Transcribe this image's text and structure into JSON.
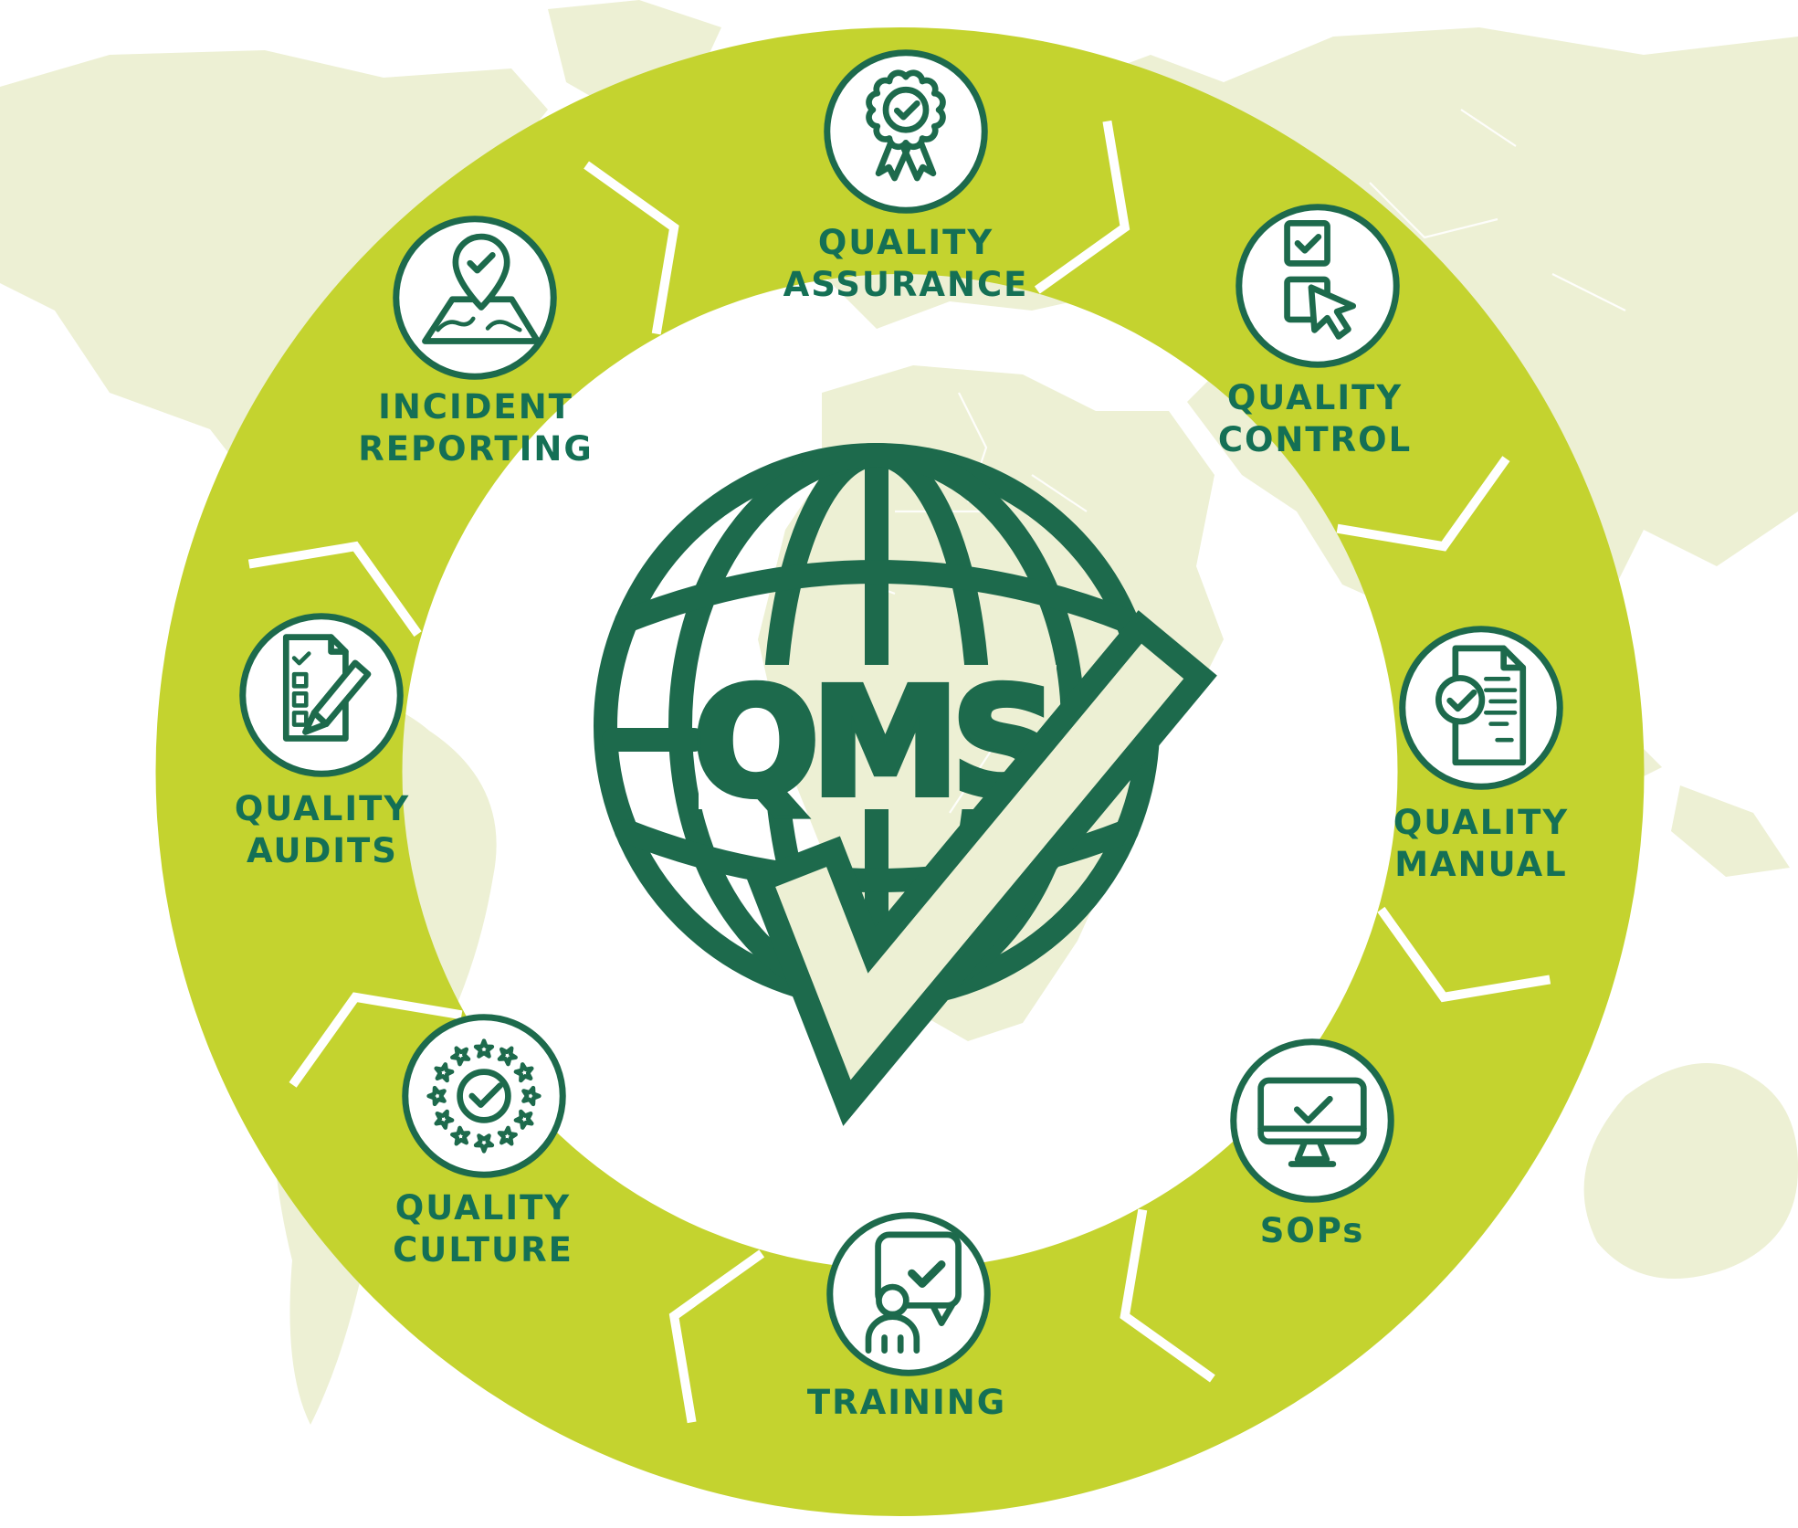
{
  "diagram": {
    "center": {
      "abbr": "QMS",
      "icon": "globe-check-icon"
    },
    "items": [
      {
        "id": "quality-assurance",
        "lines": [
          "QUALITY",
          "ASSURANCE"
        ],
        "icon": "award-ribbon-icon",
        "position": "top"
      },
      {
        "id": "quality-control",
        "lines": [
          "QUALITY",
          "CONTROL"
        ],
        "icon": "checkbox-cursor-icon",
        "position": "top-right"
      },
      {
        "id": "quality-manual",
        "lines": [
          "QUALITY",
          "MANUAL"
        ],
        "icon": "document-check-icon",
        "position": "right"
      },
      {
        "id": "sops",
        "lines": [
          "SOPs"
        ],
        "icon": "monitor-check-icon",
        "position": "bottom-right"
      },
      {
        "id": "training",
        "lines": [
          "TRAINING"
        ],
        "icon": "person-speech-bubble-icon",
        "position": "bottom"
      },
      {
        "id": "quality-culture",
        "lines": [
          "QUALITY",
          "CULTURE"
        ],
        "icon": "stars-wreath-check-icon",
        "position": "bottom-left"
      },
      {
        "id": "quality-audits",
        "lines": [
          "QUALITY",
          "AUDITS"
        ],
        "icon": "checklist-pencil-icon",
        "position": "left"
      },
      {
        "id": "incident-reporting",
        "lines": [
          "INCIDENT",
          "REPORTING"
        ],
        "icon": "map-pin-check-icon",
        "position": "top-left"
      }
    ],
    "ring": {
      "chevron_angles": [
        22.5,
        67.5,
        112.5,
        157.5,
        202.5,
        247.5,
        292.5,
        337.5
      ]
    },
    "colors": {
      "ring": "#c4d32f",
      "land": "#edf0d4",
      "ocean": "#ffffff",
      "line_green": "#1d6a4c",
      "text_green": "#147055"
    }
  }
}
